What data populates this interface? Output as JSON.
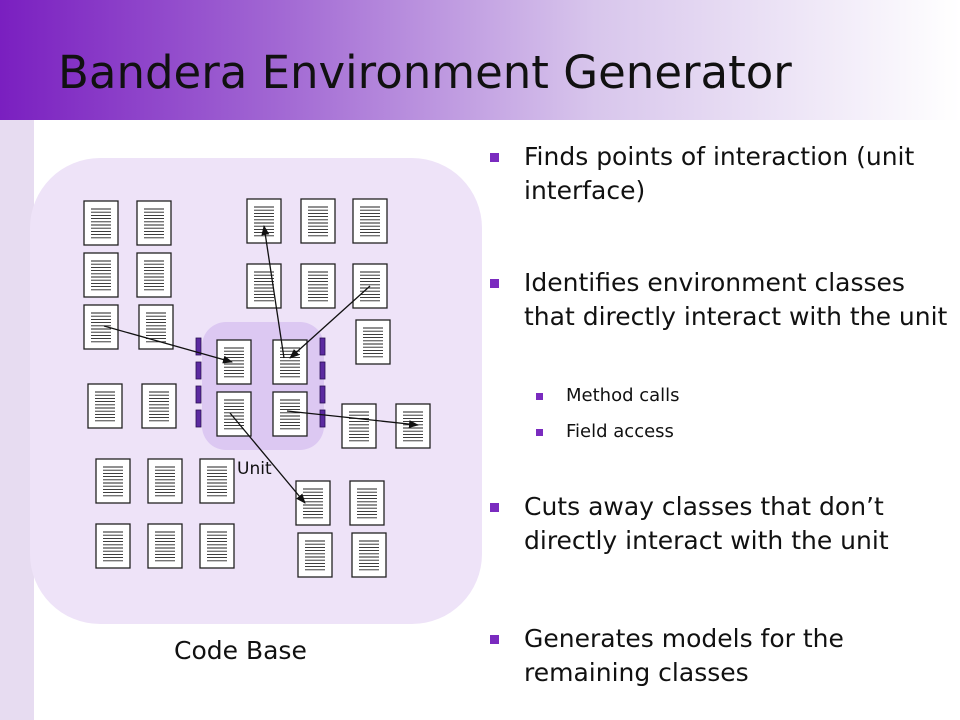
{
  "slide": {
    "title": "Bandera Environment Generator",
    "accent_color": "#7a2bbf"
  },
  "diagram": {
    "code_base_label": "Code Base",
    "unit_label": "Unit",
    "icon": "document-icon"
  },
  "bullets": [
    {
      "text": "Finds points of interaction (unit interface)",
      "sub": []
    },
    {
      "text": "Identifies environment classes that directly interact with the unit",
      "sub": [
        "Method calls",
        "Field access"
      ]
    },
    {
      "text": "Cuts away classes that don’t directly interact with the unit",
      "sub": []
    },
    {
      "text": "Generates models for the remaining classes",
      "sub": []
    }
  ]
}
